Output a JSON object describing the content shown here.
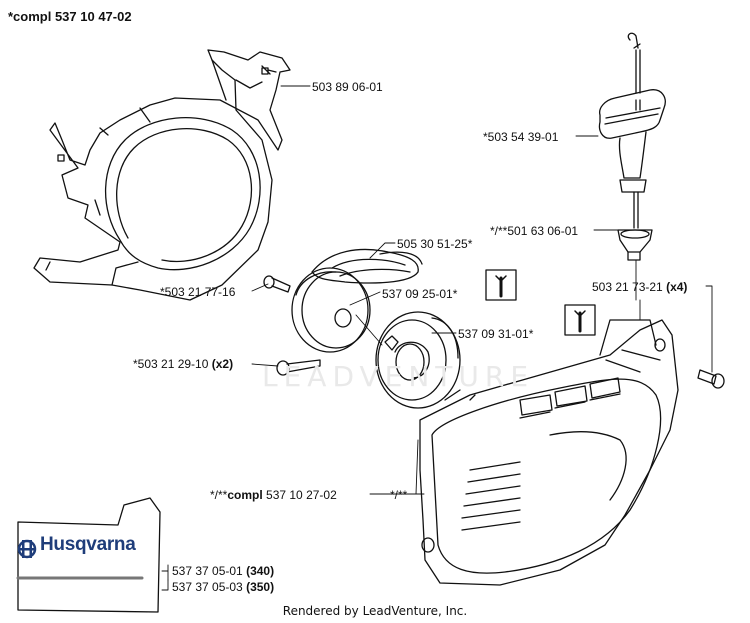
{
  "title": "*compl 537 10 47-02",
  "footer": "Rendered by LeadVenture, Inc.",
  "watermark": "LEADVENTURE",
  "brand": "Husqvarna",
  "labels": {
    "clutch_cover": "503 89 06-01",
    "handle": "*503 54 39-01",
    "grommet": "*/**501 63 06-01",
    "spring": "505 30 51-25*",
    "screw_top": "*503 21 77-16",
    "pulley": "537 09 25-01*",
    "spring_cassette": "537 09 31-01*",
    "screw_bottom_num": "*503 21 29-10",
    "screw_bottom_qty": "(x2)",
    "screw_right_num": "503 21 73-21",
    "screw_right_qty": "(x4)",
    "starter_prefix": "*/**",
    "starter_word": "compl",
    "starter_num": "537 10 27-02",
    "starter_note": "*/**",
    "decal1_num": "537 37 05-01",
    "decal1_model": "(340)",
    "decal2_num": "537 37 05-03",
    "decal2_model": "(350)"
  },
  "colors": {
    "brand_blue": "#1f3d7a",
    "line": "#111111"
  },
  "icons": [
    "wrench-icon",
    "wrench-icon"
  ]
}
